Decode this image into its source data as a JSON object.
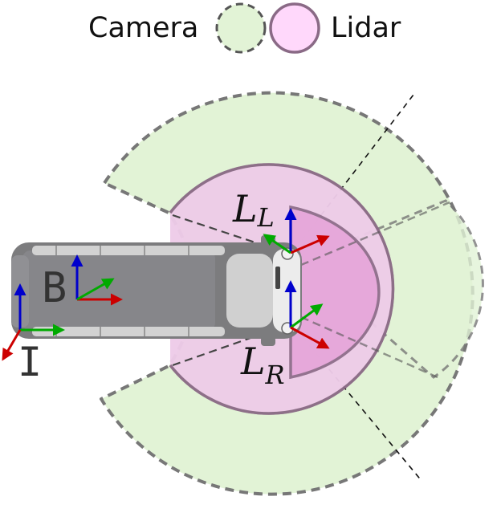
{
  "legend": {
    "camera_label": "Camera",
    "lidar_label": "Lidar"
  },
  "frames": {
    "body": "B",
    "imu": "I",
    "lidar_left_main": "L",
    "lidar_left_sub": "L",
    "lidar_right_main": "L",
    "lidar_right_sub": "R"
  },
  "colors": {
    "camera_fill": "#e2f3d6",
    "camera_stroke": "#777777",
    "lidar_fill": "#ffd8fb",
    "lidar_overlap_fill": "#e6b3dd",
    "lidar_stroke": "#8a6a86",
    "vehicle_body": "#7c7c7e",
    "vehicle_light": "#d2d2d2",
    "axis_x": "#cc0000",
    "axis_y": "#00aa00",
    "axis_z": "#0000cc"
  },
  "icons": [
    "camera-fov",
    "lidar-fov",
    "van-topdown",
    "coordinate-frame"
  ]
}
